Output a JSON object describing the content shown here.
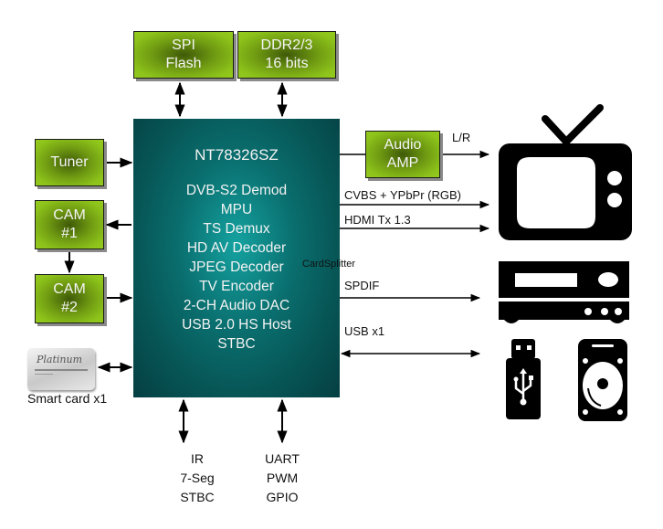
{
  "chip": {
    "name": "NT78326SZ",
    "functions": [
      "DVB-S2 Demod",
      "MPU",
      "TS Demux",
      "HD AV Decoder",
      "JPEG Decoder",
      "TV Encoder",
      "2-CH Audio DAC",
      "USB 2.0 HS Host",
      "STBC"
    ]
  },
  "top_blocks": {
    "spi_flash": [
      "SPI",
      "Flash"
    ],
    "ddr": [
      "DDR2/3",
      "16 bits"
    ]
  },
  "left_blocks": {
    "tuner": [
      "Tuner"
    ],
    "cam1": [
      "CAM",
      "#1"
    ],
    "cam2": [
      "CAM",
      "#2"
    ],
    "smart_card_label": "Smart card x1",
    "smart_card_brand": "Platinum"
  },
  "right": {
    "audio_amp": [
      "Audio",
      "AMP"
    ],
    "lr_label": "L/R",
    "cvbs_label": "CVBS + YPbPr (RGB)",
    "hdmi_label": "HDMI Tx 1.3",
    "spdif_label": "SPDIF",
    "usb_label": "USB x1",
    "overlay_text": "CardSplitter"
  },
  "bottom": {
    "left_group": [
      "IR",
      "7-Seg",
      "STBC"
    ],
    "right_group": [
      "UART",
      "PWM",
      "GPIO"
    ]
  },
  "icons": [
    "tv-icon",
    "av-receiver-icon",
    "usb-drive-icon",
    "hard-drive-icon"
  ]
}
